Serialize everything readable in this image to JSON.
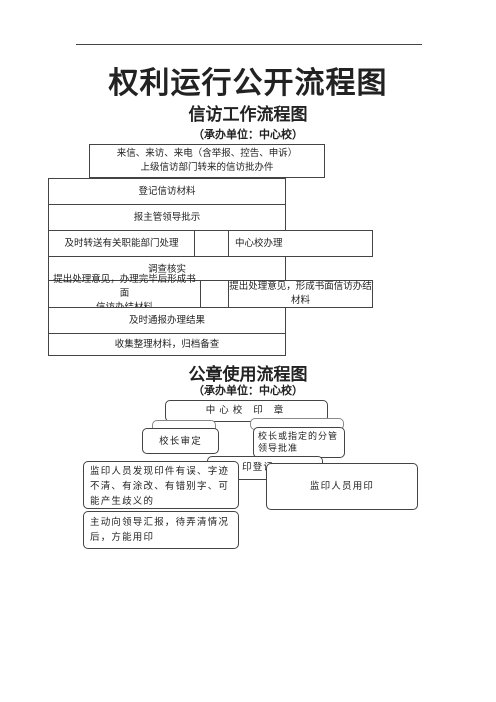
{
  "page": {
    "main_title": "权利运行公开流程图"
  },
  "letters": {
    "title": "信访工作流程图",
    "unit": "（承办单位：中心校）",
    "steps": {
      "intake_line1": "来信、来访、来电（含举报、控告、申诉）",
      "intake_line2": "上级信访部门转来的信访批办件",
      "register": "登记信访材料",
      "report": "报主管领导批示",
      "transfer": "及时转送有关职能部门处理",
      "center_handle": "中心校办理",
      "investigate": "调查核实",
      "opinion_left_line1": "提出处理意见，办理完毕后形成书面",
      "opinion_left_line2": "信访办结材料",
      "opinion_right_line1": "提出处理意见，形成书面信访办结",
      "opinion_right_line2": "材料",
      "notify": "及时通报办理结果",
      "archive": "收集整理材料，归档备查"
    }
  },
  "seal": {
    "title": "公章使用流程图",
    "unit": "（承办单位：中心校）",
    "steps": {
      "top": "中心校 印 章",
      "principal_review": "校长审定",
      "deputy_approve_line1": "校长或指定的分管",
      "deputy_approve_line2": "领导批准",
      "register_partial": "印登记",
      "error_check": "监印人员发现印件有误、字迹不清、有涂改、有错别字、可能产生歧义的",
      "apply_seal": "监印人员用印",
      "report_back": "主动向领导汇报，待弄清情况后，方能用印"
    }
  }
}
